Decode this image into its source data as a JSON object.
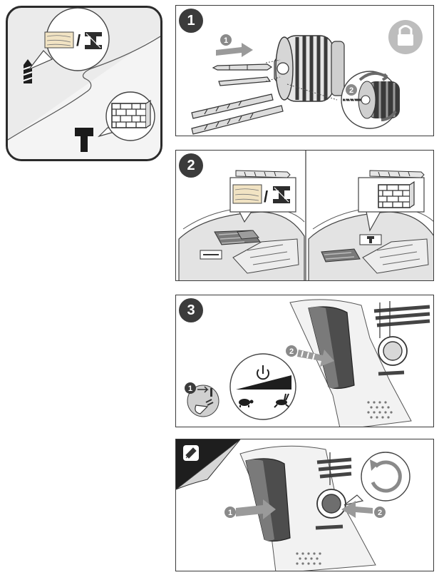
{
  "overview": {
    "icons": [
      "drill-bit-tip-icon",
      "wood-icon",
      "metal-icon",
      "masonry-wall-icon",
      "hammer-symbol-icon"
    ],
    "divider": "/"
  },
  "steps": [
    {
      "number": "1",
      "callouts": [
        "1",
        "2"
      ],
      "icons": [
        "lock-icon",
        "chuck-icon",
        "screwdriver-bit-icon",
        "drill-bit-icon"
      ]
    },
    {
      "number": "2",
      "divider": "/",
      "icons": [
        "wood-icon",
        "metal-icon",
        "masonry-wall-icon",
        "drill-mode-switch-icon",
        "hammer-mode-switch-icon"
      ]
    },
    {
      "number": "3",
      "callouts": [
        "1",
        "2"
      ],
      "icons": [
        "power-icon",
        "tortoise-icon",
        "hare-icon",
        "plug-icon",
        "trigger-icon"
      ]
    },
    {
      "number": "",
      "callouts": [
        "1",
        "2"
      ],
      "icons": [
        "info-book-icon",
        "rotation-arrow-icon",
        "trigger-icon",
        "direction-switch-icon"
      ]
    }
  ]
}
